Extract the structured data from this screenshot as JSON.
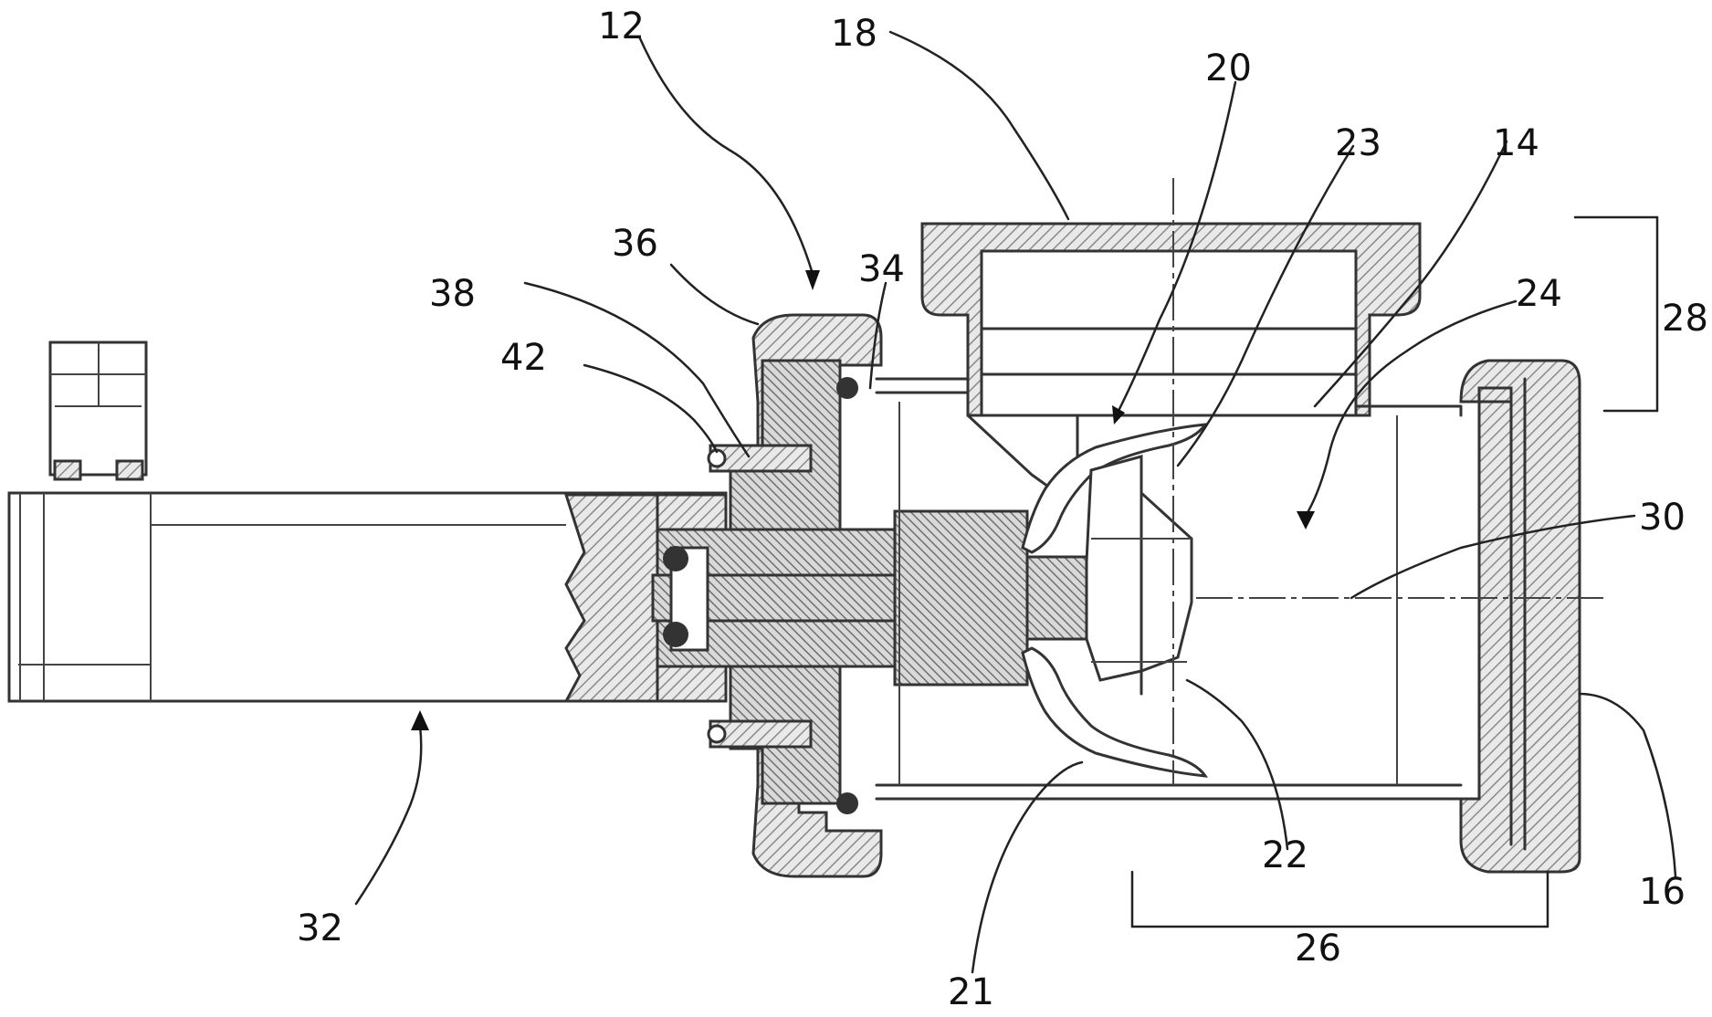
{
  "labels": {
    "l12": "12",
    "l14": "14",
    "l16": "16",
    "l18": "18",
    "l20": "20",
    "l21": "21",
    "l22": "22",
    "l23": "23",
    "l24": "24",
    "l26": "26",
    "l28": "28",
    "l30": "30",
    "l32": "32",
    "l34": "34",
    "l36": "36",
    "l38": "38",
    "l42": "42"
  },
  "colors": {
    "line": "#333333",
    "background": "#ffffff"
  }
}
